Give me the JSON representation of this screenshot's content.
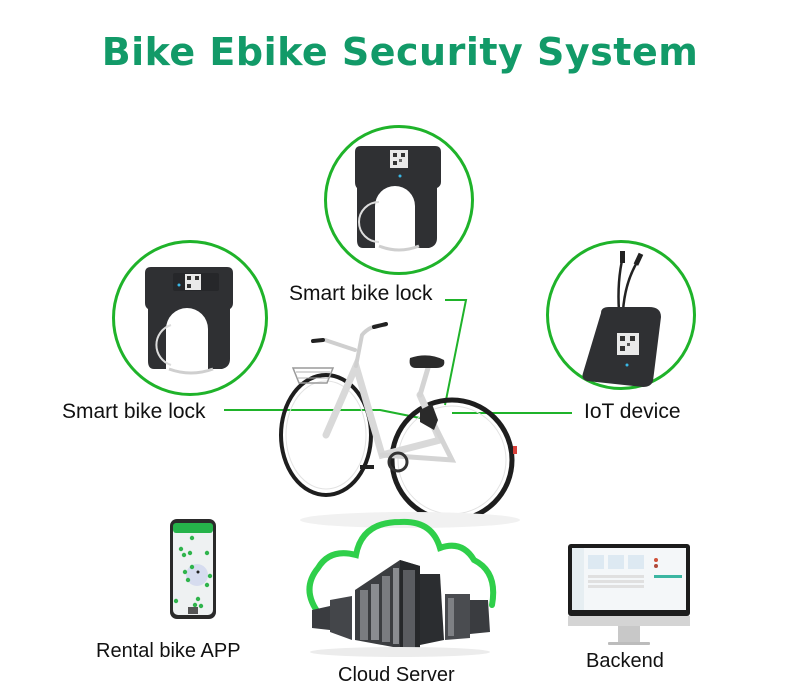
{
  "title": "Bike Ebike Security System",
  "colors": {
    "title": "#129a68",
    "ring": "#1fb32a",
    "connector": "#1fb32a",
    "cloud": "#2fcf4a",
    "device": "#2f3033"
  },
  "devices": {
    "top_lock": {
      "label": "Smart bike lock",
      "icon": "smart-lock-icon"
    },
    "left_lock": {
      "label": "Smart bike lock",
      "icon": "smart-lock-icon"
    },
    "iot": {
      "label": "IoT device",
      "icon": "iot-device-icon"
    }
  },
  "center": {
    "icon": "shared-bicycle-icon"
  },
  "platforms": [
    {
      "label": "Rental bike APP",
      "icon": "smartphone-app-icon"
    },
    {
      "label": "Cloud Server",
      "icon": "cloud-server-icon"
    },
    {
      "label": "Backend",
      "icon": "desktop-monitor-icon"
    }
  ]
}
